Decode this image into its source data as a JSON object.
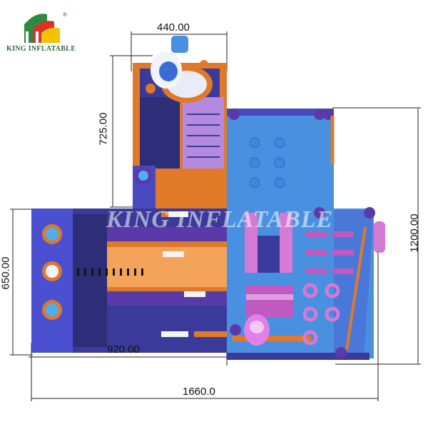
{
  "brand": {
    "name": "KING INFLATABLE",
    "registered_mark": "®",
    "colors": {
      "green": "#2d8a3e",
      "red": "#d9342b",
      "yellow": "#f2c200"
    }
  },
  "watermark": "KING INFLATABLE",
  "dimensions": {
    "top_width": "440.00",
    "tower_height": "725.00",
    "left_height": "650.00",
    "right_height": "1200.00",
    "left_width": "920.00",
    "total_width": "1660.0"
  },
  "colors": {
    "blue_dark": "#3a3a9a",
    "blue_mid": "#4a6fd8",
    "blue_light": "#4a90e0",
    "purple": "#5a3aa8",
    "orange": "#e07a2a",
    "pink": "#d47ad4",
    "lavender": "#b48ae0"
  }
}
